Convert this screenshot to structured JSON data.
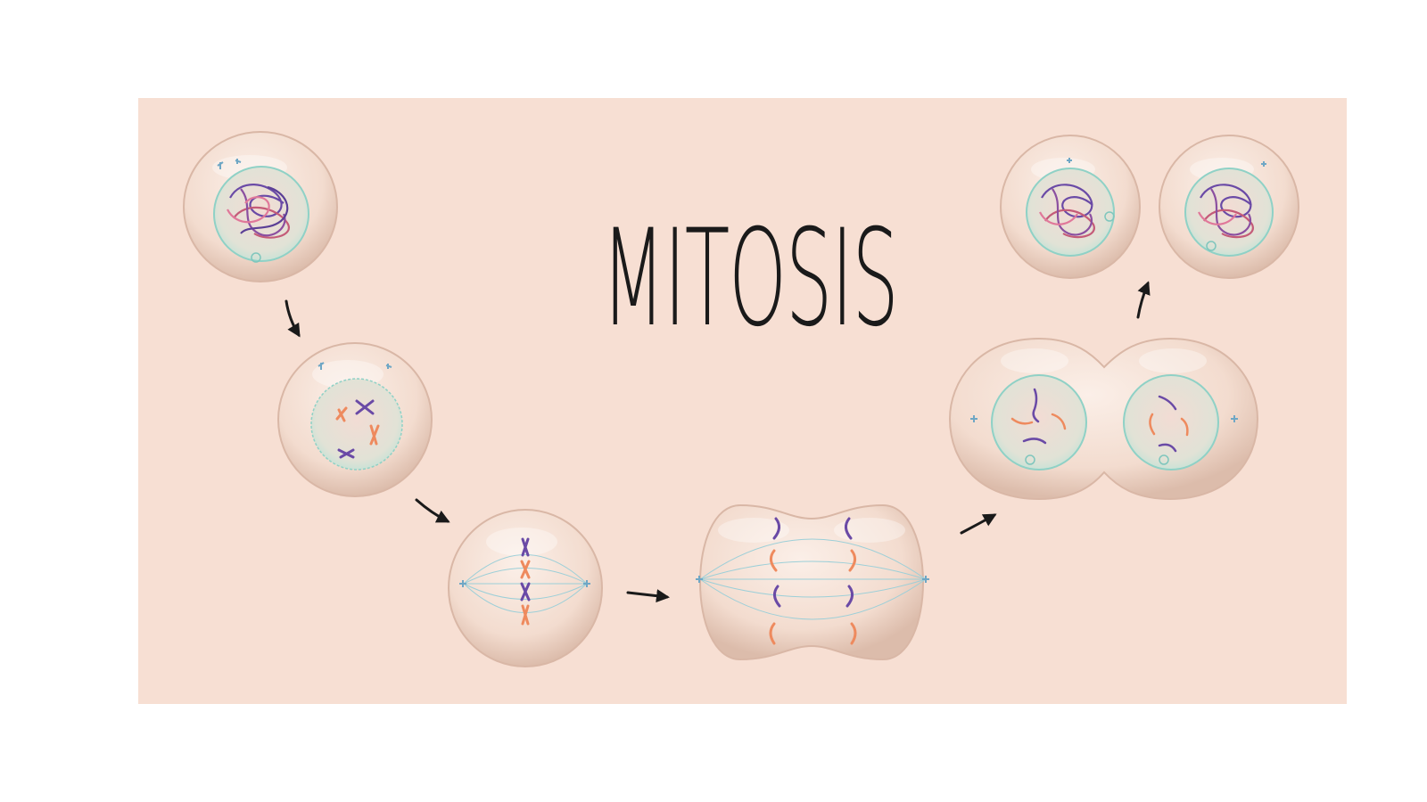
{
  "title": "MITOSIS",
  "stages": [
    {
      "id": "prophase"
    },
    {
      "id": "prometaphase"
    },
    {
      "id": "metaphase"
    },
    {
      "id": "anaphase"
    },
    {
      "id": "telophase"
    },
    {
      "id": "cytokinesis"
    }
  ],
  "colors": {
    "panel": "#f7dfd3",
    "cell": "#f8e4da",
    "nucleus": "#d7e9df",
    "nucleus_edge": "#8fd1c6",
    "chromosome_purple": "#6a4aa6",
    "chromosome_orange": "#ee8a5e",
    "spindle": "#9ccfd8",
    "arrow": "#1a1a1a"
  }
}
